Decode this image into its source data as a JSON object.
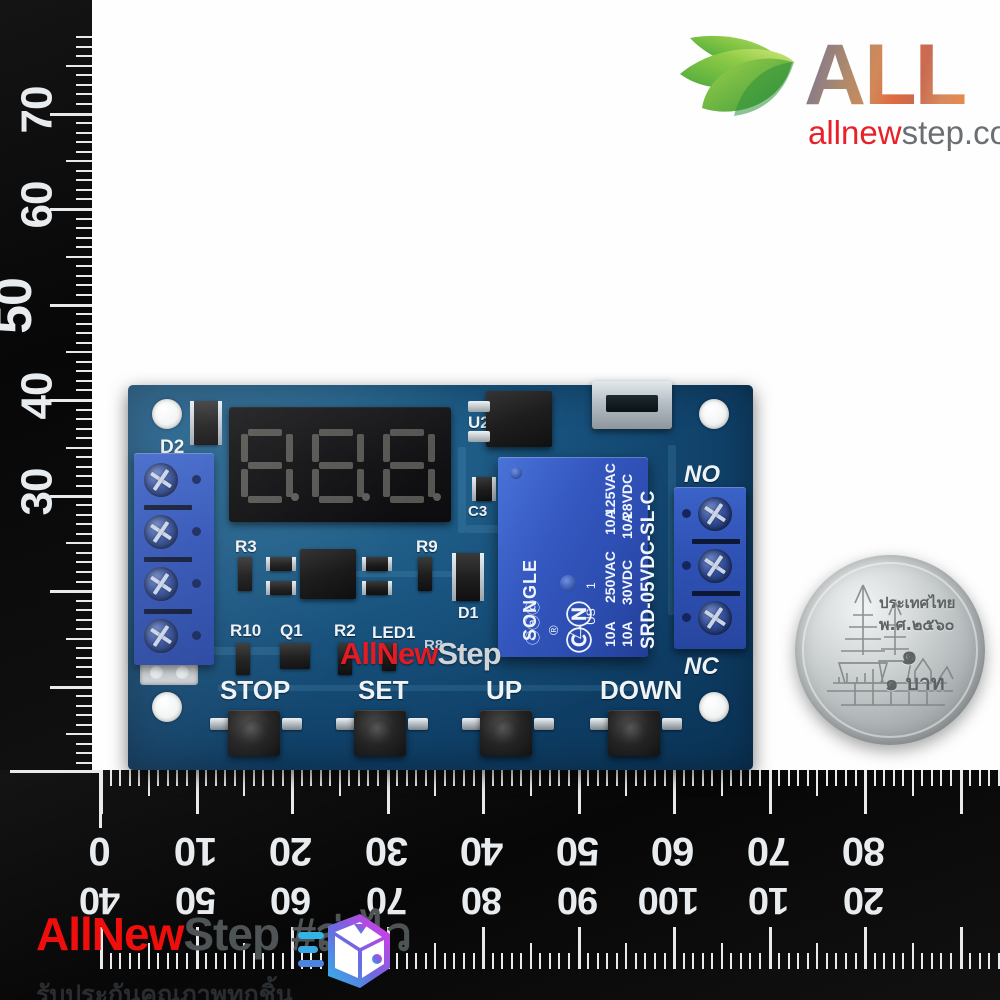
{
  "brand": {
    "logo_word": "ALL",
    "logo_domain_red": "allnew",
    "logo_domain_gray": "step.com",
    "leaf_icon": "leaf-icon",
    "accent_red": "#e8202a",
    "accent_green": "#7ac143"
  },
  "watermark": {
    "pcb_red": "AllNew",
    "pcb_gray": "Step",
    "bottom_red": "AllNew",
    "bottom_gray": "Step #ส่งไว",
    "bottom_thai": "รับประกันคุณภาพทุกชิ้น",
    "box_icon": "shipping-box-icon"
  },
  "rulers": {
    "left": {
      "units": "mm",
      "labels": [
        "70",
        "60",
        "50",
        "40",
        "30"
      ],
      "orientation": "vertical-rotated"
    },
    "bottom_row1": {
      "units": "mm",
      "labels": [
        "0",
        "10",
        "20",
        "30",
        "40",
        "50",
        "60",
        "70",
        "80"
      ],
      "orientation": "upside-down"
    },
    "bottom_row2": {
      "units": "mm",
      "labels": [
        "40",
        "50",
        "60",
        "70",
        "80",
        "90",
        "100",
        "10",
        "20"
      ],
      "orientation": "upside-down"
    }
  },
  "pcb": {
    "board_color": "#16507a",
    "display": {
      "name": "7-segment-display",
      "digits": 3,
      "value": "8.8.8.",
      "lit": false
    },
    "silkscreen": [
      {
        "label": "D2",
        "ref": "diode"
      },
      {
        "label": "U2",
        "ref": "mosfet"
      },
      {
        "label": "C3",
        "ref": "capacitor"
      },
      {
        "label": "R3",
        "ref": "resistor"
      },
      {
        "label": "R9",
        "ref": "resistor"
      },
      {
        "label": "R10",
        "ref": "resistor"
      },
      {
        "label": "R2",
        "ref": "resistor"
      },
      {
        "label": "R8",
        "ref": "resistor"
      },
      {
        "label": "Q1",
        "ref": "transistor"
      },
      {
        "label": "LED1",
        "ref": "led"
      },
      {
        "label": "D1",
        "ref": "diode"
      },
      {
        "label": "NO",
        "ref": "normally-open-terminal"
      },
      {
        "label": "NC",
        "ref": "normally-closed-terminal"
      }
    ],
    "buttons": [
      {
        "label": "STOP"
      },
      {
        "label": "SET"
      },
      {
        "label": "UP"
      },
      {
        "label": "DOWN"
      }
    ],
    "relay": {
      "brand": "SONGLE",
      "part": "SRD-05VDC-SL-C",
      "rating_line1": "10A 250VAC   10A 125VAC",
      "rating_line2": "10A 30VDC    10A 28VDC",
      "ac_high": "250VAC",
      "ac_low": "125VAC",
      "dc_high": "30VDC",
      "dc_low": "28VDC",
      "amps_ac_high": "10A",
      "amps_ac_low": "10A",
      "amps_dc_high": "10A",
      "amps_dc_low": "10A",
      "marks": [
        "CQC",
        "UL",
        "CE"
      ],
      "ul_number": "1",
      "ul_suffix": "US",
      "ul_prefix": "c"
    },
    "connectors": {
      "usb": "micro-usb-port",
      "left_terminal_positions": 4,
      "right_terminal_positions": 3
    }
  },
  "coin": {
    "country_thai": "ประเทศไทย",
    "year_thai": "พ.ศ.๒๕๖๐",
    "denomination_numeral": "๑",
    "denomination_thai": "๑ บาท",
    "design": "wat-phra-kaew-temple",
    "material_color": "#c3c8ca"
  }
}
